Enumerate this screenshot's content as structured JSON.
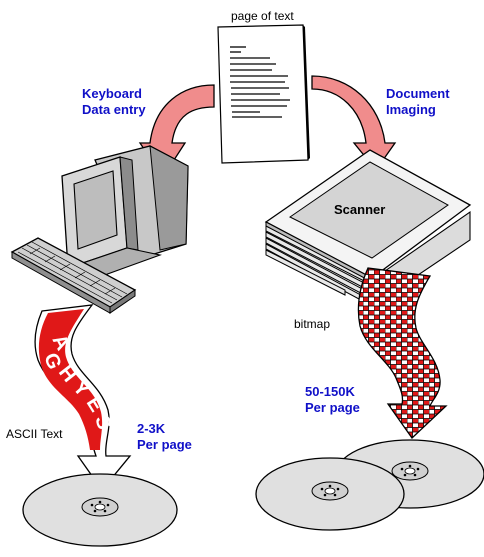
{
  "labels": {
    "page_of_text": "page of text",
    "keyboard_line1": "Keyboard",
    "keyboard_line2": "Data entry",
    "imaging_line1": "Document",
    "imaging_line2": "Imaging",
    "scanner": "Scanner",
    "ribbon_text": "AGHYES",
    "bitmap": "bitmap",
    "ascii_text": "ASCII Text",
    "ascii_size_line1": "2-3K",
    "ascii_size_line2": "Per page",
    "bitmap_size_line1": "50-150K",
    "bitmap_size_line2": "Per page"
  },
  "colors": {
    "label_blue": "#1010c8",
    "arrow_pink": "#f08c8c",
    "ribbon_red": "#e01818",
    "outline": "#000000"
  },
  "icons": [
    "document-icon",
    "computer-icon",
    "keyboard-icon",
    "scanner-icon",
    "disk-icon"
  ]
}
